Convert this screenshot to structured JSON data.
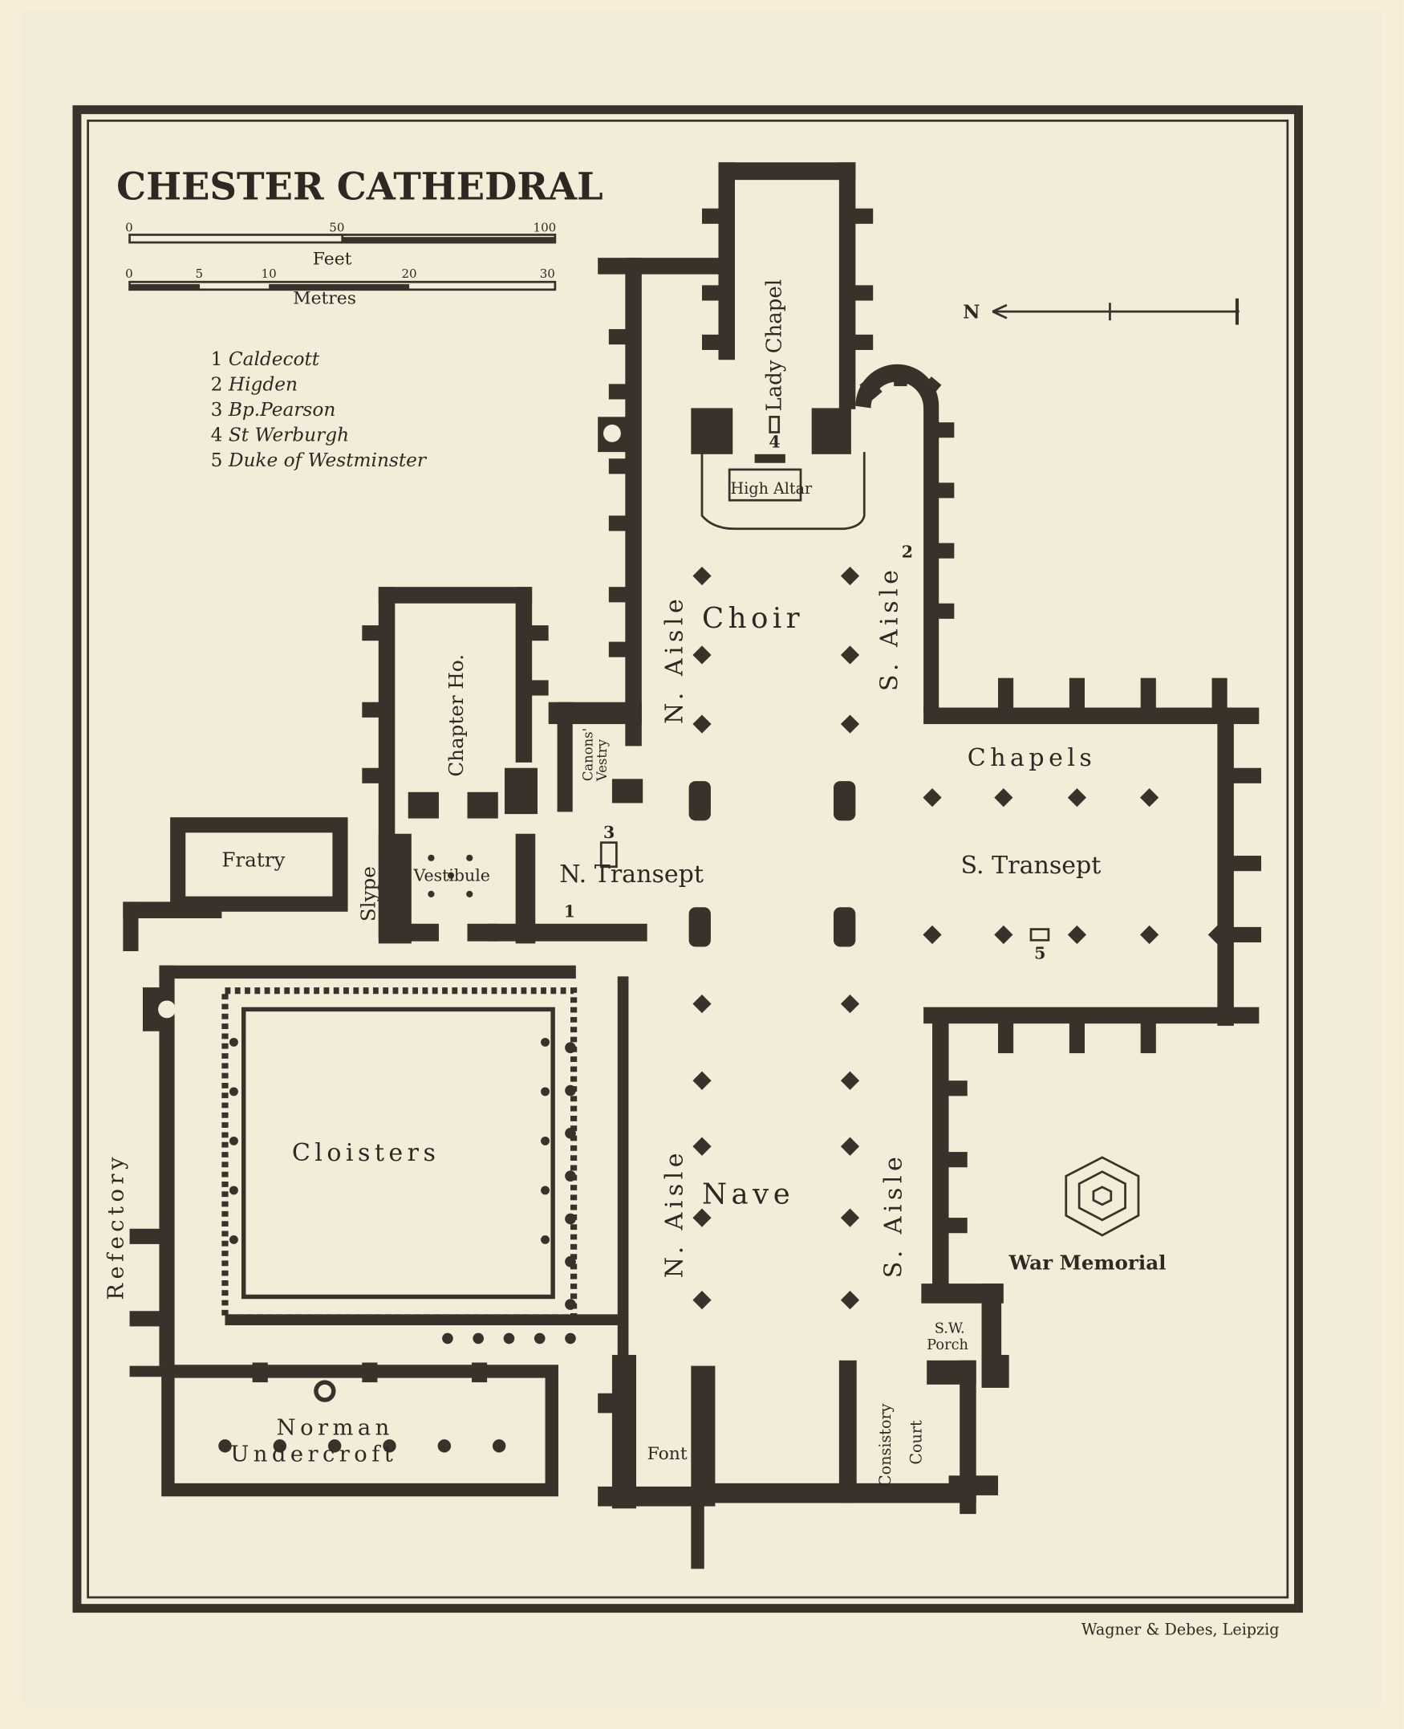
{
  "title": "CHESTER CATHEDRAL",
  "scale": {
    "feet": {
      "ticks": [
        "0",
        "50",
        "100"
      ],
      "unit": "Feet"
    },
    "metres": {
      "ticks": [
        "0",
        "5",
        "10",
        "20",
        "30"
      ],
      "unit": "Metres"
    }
  },
  "legend": [
    {
      "num": "1",
      "name": "Caldecott"
    },
    {
      "num": "2",
      "name": "Higden"
    },
    {
      "num": "3",
      "name": "Bp.Pearson"
    },
    {
      "num": "4",
      "name": "St Werburgh"
    },
    {
      "num": "5",
      "name": "Duke of Westminster"
    }
  ],
  "north_label": "N",
  "rooms": {
    "lady_chapel": "Lady Chapel",
    "high_altar": "High Altar",
    "choir": "Choir",
    "n_aisle": "N. Aisle",
    "s_aisle": "S. Aisle",
    "chapels": "Chapels",
    "s_transept": "S. Transept",
    "n_transept": "N. Transept",
    "chapter_house": "Chapter Ho.",
    "canons_vestry_1": "Canons'",
    "canons_vestry_2": "Vestry",
    "slype": "Slype",
    "vestibule": "Vestibule",
    "fratry": "Fratry",
    "cloisters": "Cloisters",
    "refectory": "Refectory",
    "nave": "Nave",
    "war_memorial": "War Memorial",
    "sw_porch_1": "S.W.",
    "sw_porch_2": "Porch",
    "consistory_1": "Consistory",
    "consistory_2": "Court",
    "font": "Font",
    "undercroft_1": "Norman",
    "undercroft_2": "Undercroft"
  },
  "markers": {
    "m1": "1",
    "m2": "2",
    "m3": "3",
    "m4": "4",
    "m5": "5"
  },
  "publisher": "Wagner & Debes, Leipzig",
  "colors": {
    "paper": "#f4ecd6",
    "ink": "#3b312b"
  }
}
